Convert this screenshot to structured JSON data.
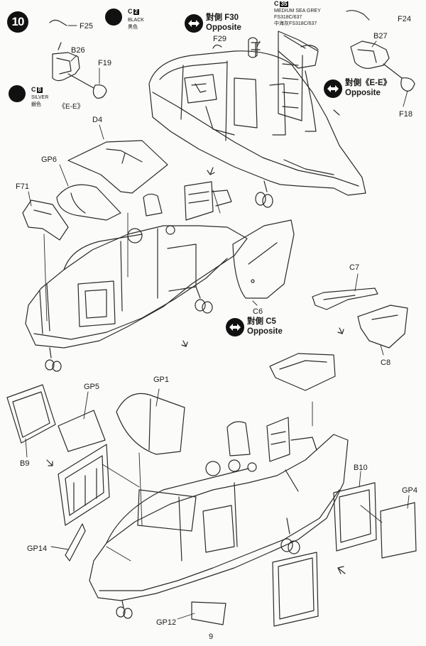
{
  "step": "10",
  "page_number": "9",
  "paints": {
    "black": {
      "code": "C",
      "num": "2",
      "name": "BLACK",
      "cn": "黑色"
    },
    "silver": {
      "code": "C",
      "num": "8",
      "name": "SILVER",
      "cn": "銀色"
    },
    "grey": {
      "code": "C",
      "num": "35",
      "name": "MEDIUM SEA GREY",
      "fs": "FS318C/637",
      "cn": "中海灰FS318C/637"
    }
  },
  "opposites": {
    "f30": {
      "line1": "對側 F30",
      "line2": "Opposite"
    },
    "ee": {
      "line1": "對側《E-E》",
      "line2": "Opposite"
    },
    "c5": {
      "line1": "對側 C5",
      "line2": "Opposite"
    }
  },
  "labels": {
    "f25": "F25",
    "b26": "B26",
    "f19": "F19",
    "ee_left": "《E-E》",
    "f29": "F29",
    "f24": "F24",
    "b27": "B27",
    "f18": "F18",
    "d4": "D4",
    "gp6": "GP6",
    "f71": "F71",
    "c6": "C6",
    "c7": "C7",
    "c8": "C8",
    "gp5": "GP5",
    "gp1": "GP1",
    "b9": "B9",
    "b10": "B10",
    "gp4": "GP4",
    "gp14": "GP14",
    "gp12": "GP12"
  }
}
